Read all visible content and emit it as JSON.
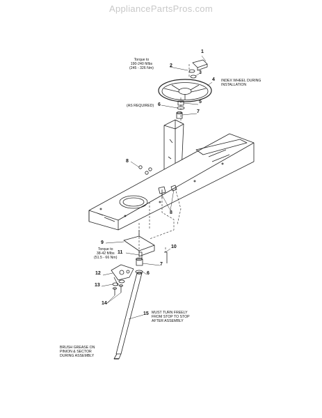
{
  "watermark": "AppliancePartsPros.com",
  "callouts": {
    "c1": "1",
    "c2": "2",
    "c3": "3",
    "c4": "4",
    "c5": "5",
    "c6a": "6",
    "c7a": "7",
    "c8a": "8",
    "c8b": "8",
    "c9": "9",
    "c10": "10",
    "c11": "11",
    "c7b": "7",
    "c6b": "6",
    "c12": "12",
    "c13": "13",
    "c14": "14",
    "c15": "15"
  },
  "notes": {
    "torque_upper": [
      "Torque to",
      "190-240 ft/lbs",
      "(245 - 326 Nm)"
    ],
    "index_wheel": [
      "INDEX WHEEL DURING",
      "INSTALLATION"
    ],
    "as_required": "(AS REQUIRED)",
    "torque_lower": [
      "Torque to",
      "38-42 ft/lbs",
      "(51.5 - 66 Nm)"
    ],
    "turn_freely": [
      "MUST TURN FREELY",
      "FROM STOP TO STOP",
      "AFTER ASSEMBLY"
    ],
    "brush_grease": [
      "BRUSH GREASE ON",
      "PINION & SECTOR",
      "DURING ASSEMBLY"
    ]
  }
}
